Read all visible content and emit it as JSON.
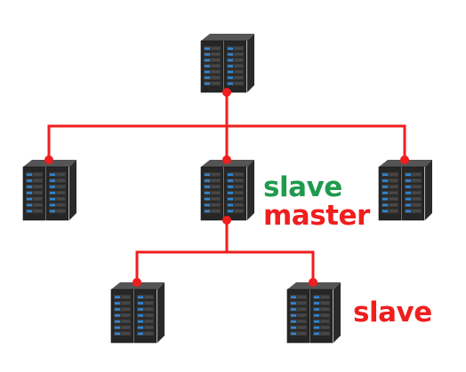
{
  "colors": {
    "connector": "#f01e1e",
    "server_body": "#3b3b3b",
    "server_front": "#262626",
    "server_led": "#2f88d6",
    "label_slave_green": "#1f9a4e",
    "label_red": "#f01e1e"
  },
  "nodes": [
    {
      "id": "root-server",
      "icon": "server-rack-icon"
    },
    {
      "id": "left-server",
      "icon": "server-rack-icon"
    },
    {
      "id": "middle-server",
      "icon": "server-rack-icon"
    },
    {
      "id": "right-server",
      "icon": "server-rack-icon"
    },
    {
      "id": "bottom-left-server",
      "icon": "server-rack-icon"
    },
    {
      "id": "bottom-right-server",
      "icon": "server-rack-icon"
    }
  ],
  "labels": {
    "middle_top": "slave",
    "middle_bottom": "master",
    "bottom_right": "slave"
  }
}
